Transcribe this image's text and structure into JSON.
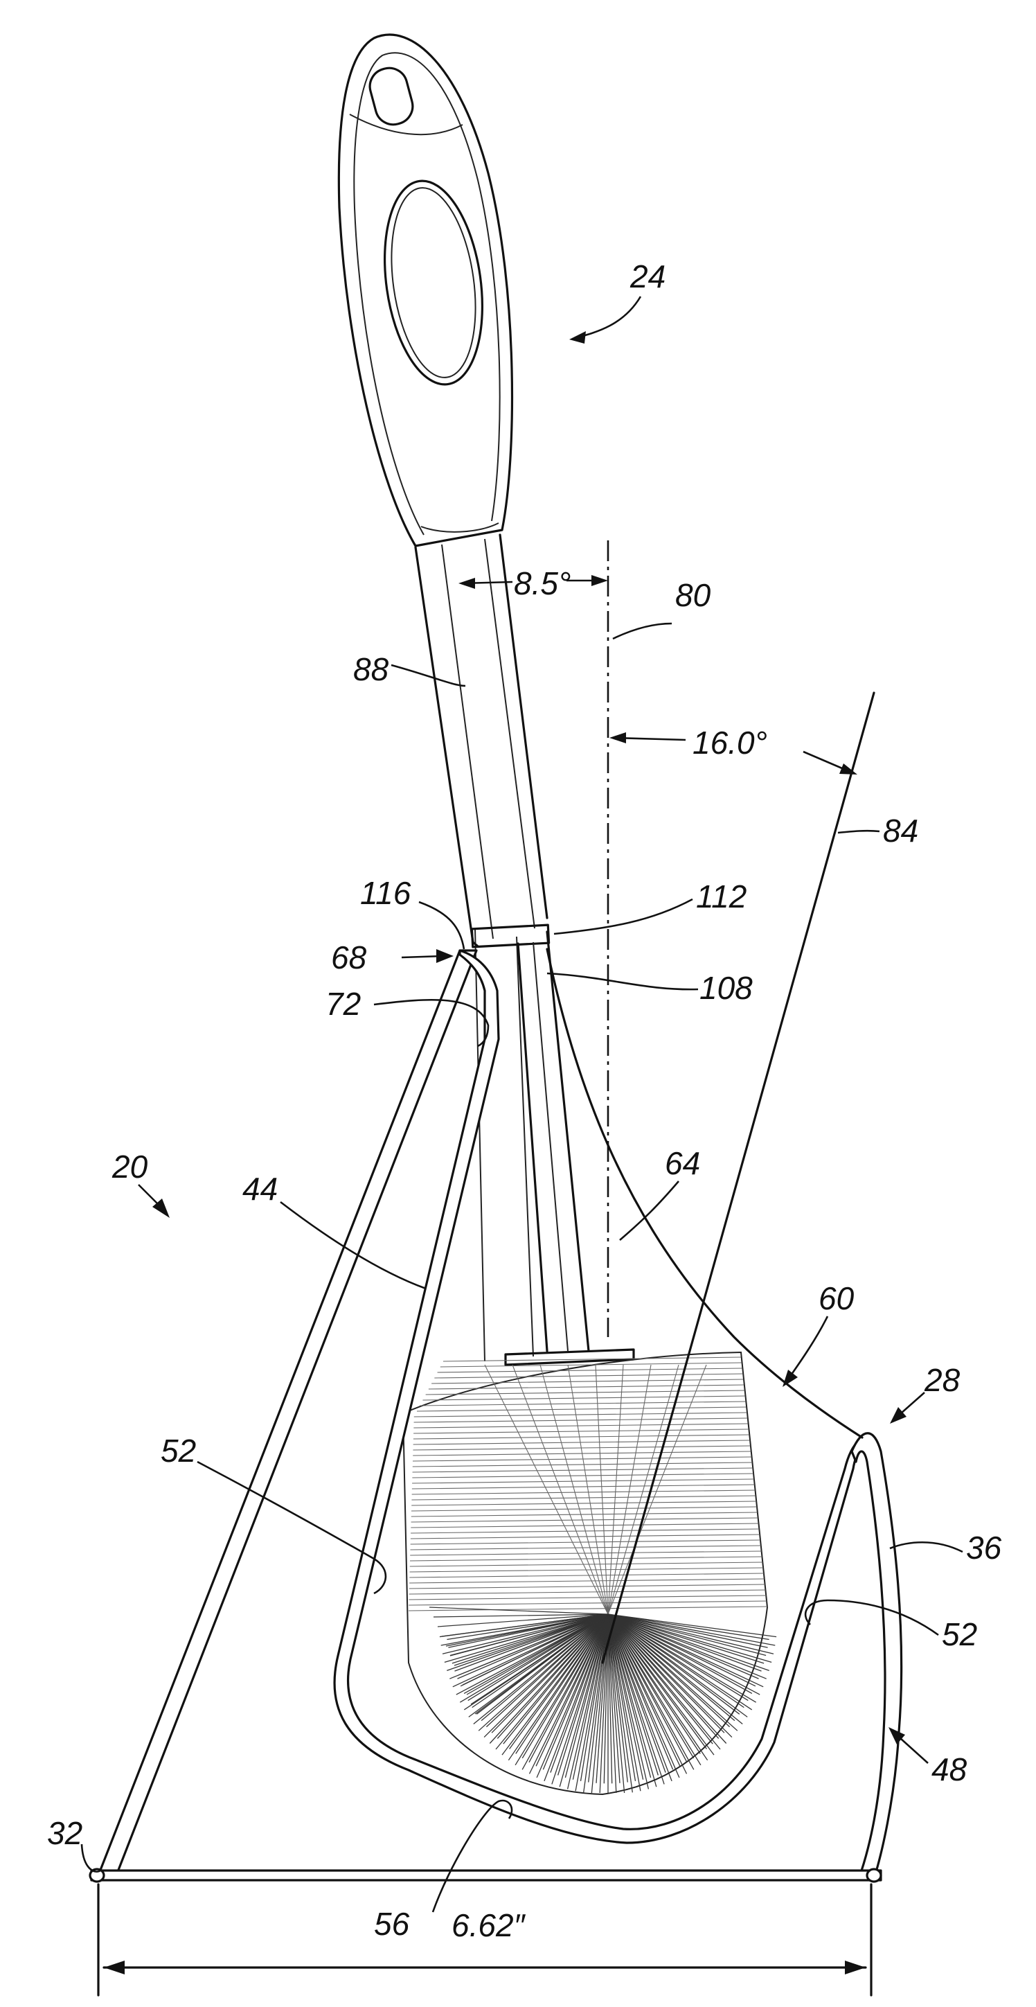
{
  "figure": {
    "reference_numerals": {
      "n24": "24",
      "n80": "80",
      "n88": "88",
      "n84": "84",
      "n116": "116",
      "n112": "112",
      "n68": "68",
      "n108": "108",
      "n72": "72",
      "n20": "20",
      "n64": "64",
      "n44": "44",
      "n60": "60",
      "n28": "28",
      "n52a": "52",
      "n36": "36",
      "n52b": "52",
      "n48": "48",
      "n32": "32",
      "n56": "56"
    },
    "dimensions": {
      "handle_angle": "8.5°",
      "guide_angle": "16.0°",
      "base_width": "6.62″"
    }
  }
}
